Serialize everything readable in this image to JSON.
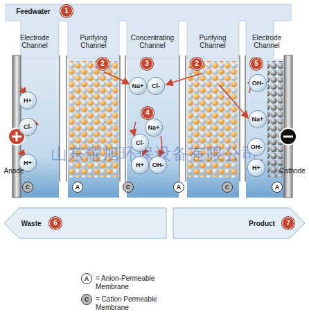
{
  "diagram": {
    "nodes": [
      {
        "text": [
          "H+"
        ]
      },
      {
        "text": [
          "Cl-"
        ]
      },
      {
        "text": [
          "H+"
        ]
      },
      {
        "text": [
          "Na+"
        ]
      },
      {
        "text": [
          "Cl-"
        ]
      },
      {
        "text": [
          "Na+"
        ]
      },
      {
        "text": [
          "Cl-"
        ]
      },
      {
        "text": [
          "H+"
        ]
      },
      {
        "text": [
          "OH-"
        ]
      },
      {
        "text": [
          "OH-"
        ]
      },
      {
        "text": [
          "Na+"
        ]
      },
      {
        "text": [
          "OH-"
        ]
      },
      {
        "text": [
          "H+"
        ]
      }
    ],
    "labels": [
      "Feedwater",
      "1",
      "Electrode Channel",
      "Purifying Channel",
      "Concentrating Channel",
      "Purifying Channel",
      "Electrode Channel",
      "2",
      "3",
      "2",
      "4",
      "5",
      "Anode",
      "Cathode",
      "C",
      "A",
      "C",
      "A",
      "C",
      "A",
      "Waste",
      "6",
      "Product",
      "7",
      "A",
      "C",
      "山东耀旭环保设备有限公司"
    ],
    "legend": [
      {
        "text": "= Anion-Permeable Membrane"
      },
      {
        "text": "= Cation Permeable Membrane"
      }
    ]
  }
}
